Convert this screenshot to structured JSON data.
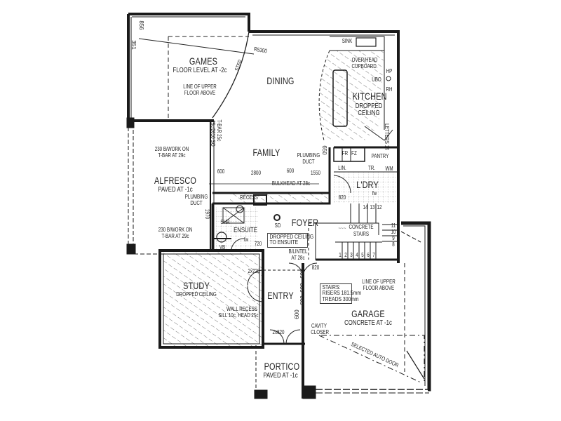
{
  "plan": {
    "type": "floor-plan",
    "ink_color": "#222222",
    "wall_color": "#1a1a1a",
    "hatch_color": "#555555",
    "rooms": [
      {
        "id": "games",
        "name": "GAMES",
        "notes": [
          "FLOOR LEVEL AT -2c"
        ]
      },
      {
        "id": "dining",
        "name": "DINING",
        "notes": []
      },
      {
        "id": "kitchen",
        "name": "KITCHEN",
        "notes": [
          "DROPPED",
          "CEILING"
        ]
      },
      {
        "id": "family",
        "name": "FAMILY",
        "notes": []
      },
      {
        "id": "alfresco",
        "name": "ALFRESCO",
        "notes": [
          "PAVED AT -1c"
        ]
      },
      {
        "id": "ensuite",
        "name": "ENSUITE",
        "notes": []
      },
      {
        "id": "foyer",
        "name": "FOYER",
        "notes": []
      },
      {
        "id": "laundry",
        "name": "L'DRY",
        "notes": []
      },
      {
        "id": "study",
        "name": "STUDY",
        "notes": [
          "DROPPED CEILING"
        ]
      },
      {
        "id": "entry",
        "name": "ENTRY",
        "notes": []
      },
      {
        "id": "garage",
        "name": "GARAGE",
        "notes": [
          "CONCRETE AT -1c"
        ]
      },
      {
        "id": "portico",
        "name": "PORTICO",
        "notes": [
          "PAVED AT -1c"
        ]
      }
    ],
    "fixtures": {
      "sink": "SINK",
      "overhead": "OVER/HEAD",
      "cupboard": "CUPBOARD.",
      "ubo": "UBO",
      "hp": "HP",
      "rh": "RH",
      "letters": "LETTERS 14",
      "fr": "FR",
      "fz": "FZ",
      "pantry": "PANTRY",
      "lin": "LIN.",
      "tr": "TR.",
      "wm": "WM",
      "shr": "SHR",
      "vb": "VB",
      "smoke": "SD",
      "concrete_stairs_1": "CONCRETE",
      "concrete_stairs_2": "STAIRS",
      "recess": "RECESS",
      "fw1": "fw",
      "fw2": "fw"
    },
    "annotations": {
      "games_line_upper_1": "LINE OF UPPER",
      "games_line_upper_2": "FLOOR ABOVE",
      "radius": "R5300",
      "step": "STEP",
      "dim_856": "856",
      "dim_351": "351",
      "alfresco_bwork_top_1": "230 B/WORK ON",
      "alfresco_bwork_top_2": "T-BAR AT 29c",
      "alfresco_bwork_bot_1": "230 B/WORK ON",
      "alfresco_bwork_bot_2": "T-BAR AT 29c",
      "tbar_vert": "T-BAR 25c",
      "sill_vert": "25c/2610 SO",
      "plumbing_duct_1_a": "PLUMBING",
      "plumbing_duct_1_b": "DUCT",
      "plumbing_duct_2_a": "PLUMBING",
      "plumbing_duct_2_b": "DUCT",
      "dim_650": "650",
      "dim_600a": "600",
      "dim_2800": "2800",
      "dim_600b": "600",
      "dim_1550": "1550",
      "dim_1970": "1970",
      "bulkhead": "BULKHEAD AT 28c",
      "dropped_ensuite_1": "DROPPED CEILING",
      "dropped_ensuite_2": "TO ENSUITE",
      "blintel_1": "B/LINTEL",
      "blintel_2": "AT 28c",
      "door_720": "720",
      "door_820a": "820",
      "door_820b": "820",
      "door_2x720": "2x720",
      "door_2x820": "2x820",
      "stairs_box_1": "STAIRS:",
      "stairs_box_2": "RISERS 181.5mm",
      "stairs_box_3": "TREADS 300mm",
      "garage_line_upper_1": "LINE OF UPPER",
      "garage_line_upper_2": "FLOOR ABOVE",
      "wall_recess_1": "WALL RECESS",
      "wall_recess_2": "SILL 10c, HEAD 25c",
      "cavity_closer_1": "CAVITY",
      "cavity_closer_2": "CLOSER",
      "auto_door": "SELECTED AUTO DOOR",
      "entry_dims": [
        "600",
        "600",
        "600",
        "600"
      ],
      "stair_numbers": [
        "1",
        "2",
        "3",
        "4",
        "5",
        "6",
        "7",
        "8",
        "9",
        "10",
        "11",
        "12",
        "13",
        "14"
      ]
    }
  }
}
